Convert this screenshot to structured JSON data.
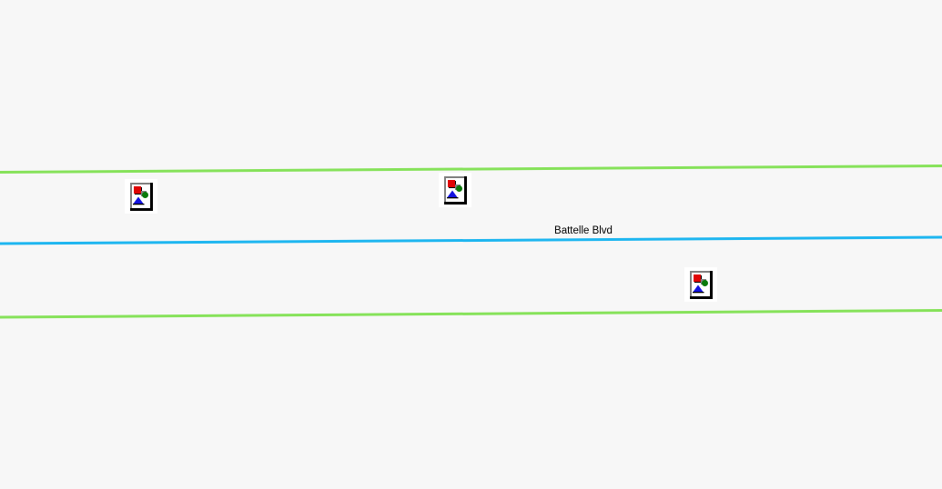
{
  "map": {
    "background_color": "#f7f7f7",
    "road_label": {
      "text": "Battelle Blvd",
      "color": "#000000"
    },
    "roads": [
      {
        "id": "upper-green-road",
        "color": "#86e25a"
      },
      {
        "id": "battelle-blvd",
        "name": "Battelle Blvd",
        "color": "#1eb6f0"
      },
      {
        "id": "lower-green-road",
        "color": "#86e25a"
      }
    ],
    "markers": [
      {
        "icon": "missing-image-icon",
        "position": "upper-left"
      },
      {
        "icon": "missing-image-icon",
        "position": "upper-center"
      },
      {
        "icon": "missing-image-icon",
        "position": "lower-right"
      }
    ],
    "marker_palette": {
      "frame_shadow": "#808080",
      "frame_dark": "#000000",
      "paper": "#ffffff",
      "red": "#e00404",
      "green": "#0a7a0a",
      "blue": "#1414e0",
      "gray": "#808080",
      "black": "#000000"
    }
  }
}
